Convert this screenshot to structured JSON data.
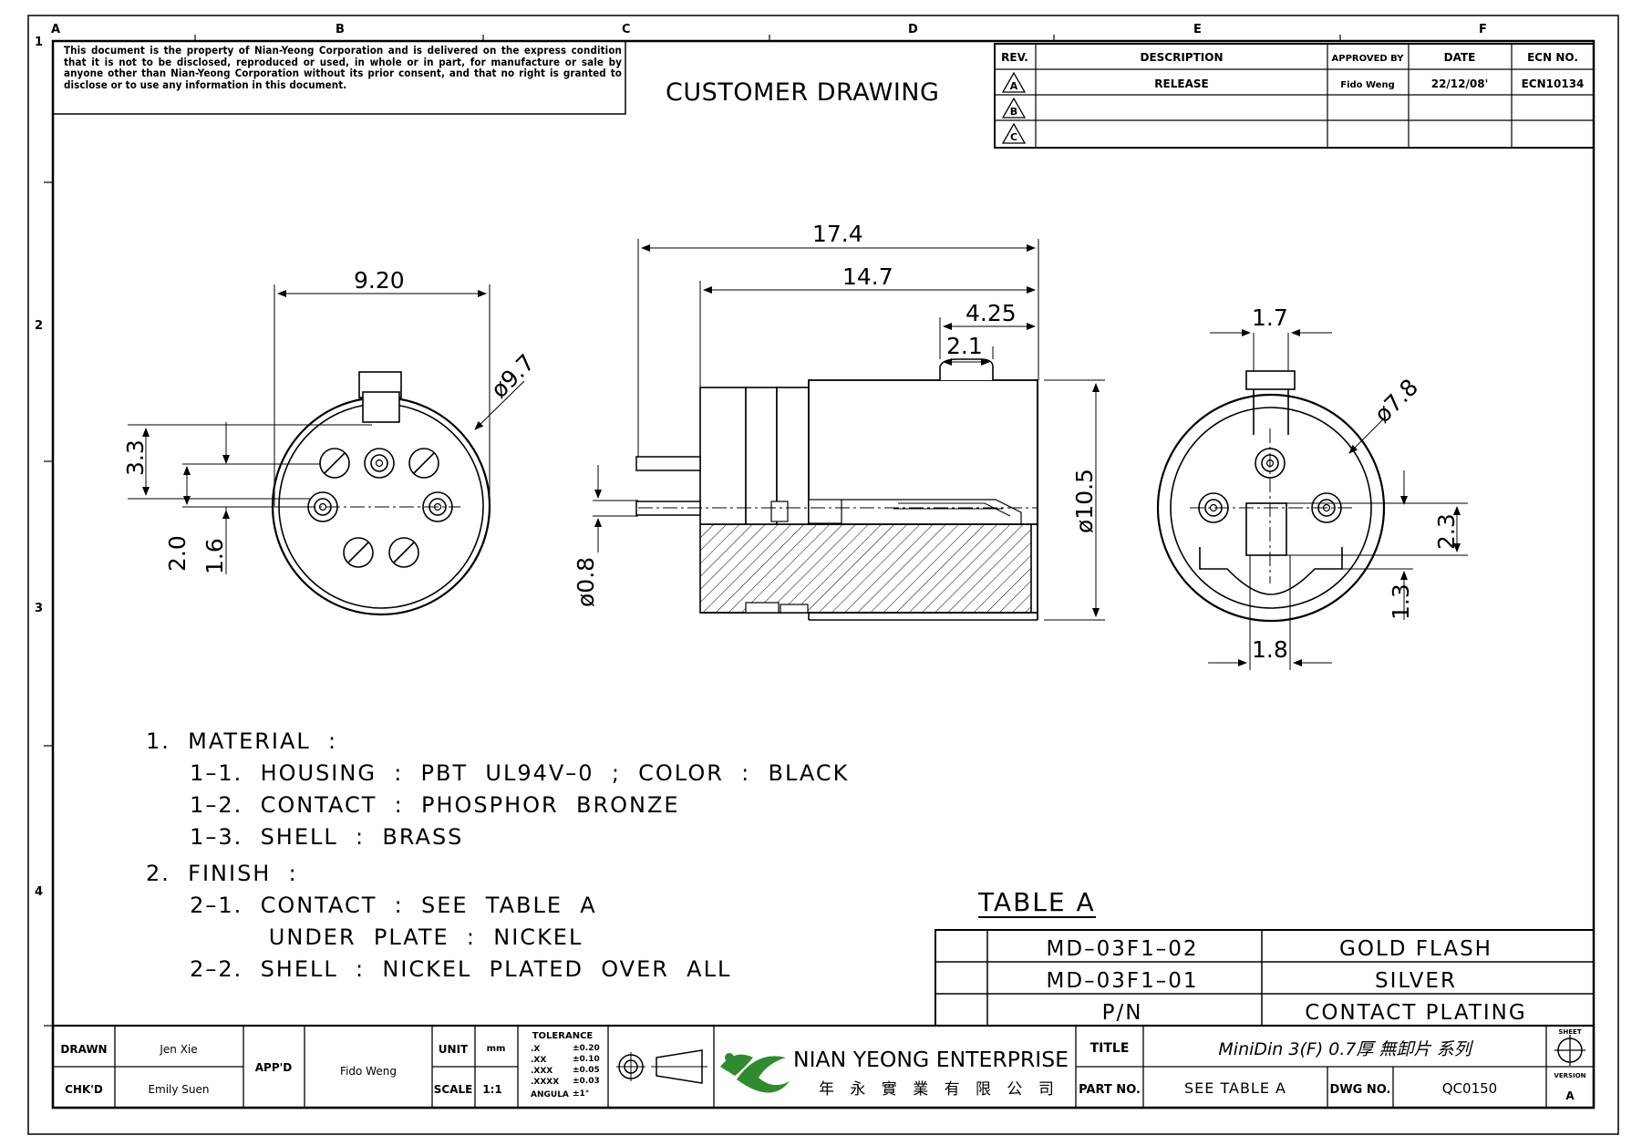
{
  "zone_letters": [
    "A",
    "B",
    "C",
    "D",
    "E",
    "F"
  ],
  "zone_numbers": [
    "1",
    "2",
    "3",
    "4"
  ],
  "notice": "This document is the property of Nian-Yeong Corporation and is delivered on the express condition that it is not to be disclosed, reproduced or used, in whole or in part, for manufacture or sale by anyone other than Nian-Yeong Corporation without its prior consent, and that no right is granted to disclose or to use any information in this document.",
  "drawing_title": "CUSTOMER DRAWING",
  "revision_table": {
    "headers": [
      "REV.",
      "DESCRIPTION",
      "APPROVED BY",
      "DATE",
      "ECN NO."
    ],
    "rows": [
      {
        "rev": "A",
        "description": "RELEASE",
        "approved_by": "Fido Weng",
        "date": "22/12/08'",
        "ecn": "ECN10134"
      },
      {
        "rev": "B",
        "description": "",
        "approved_by": "",
        "date": "",
        "ecn": ""
      },
      {
        "rev": "C",
        "description": "",
        "approved_by": "",
        "date": "",
        "ecn": ""
      }
    ]
  },
  "dimensions": {
    "front_width": "9.20",
    "front_diameter": "ø9.7",
    "front_pin_offset": "3.3",
    "front_pin_spacing_a": "2.0",
    "front_pin_spacing_b": "1.6",
    "side_total_length": "17.4",
    "side_body_length": "14.7",
    "side_key_length": "4.25",
    "side_key_width": "2.1",
    "side_height": "ø10.5",
    "side_pin_diameter": "ø0.8",
    "rear_key_width": "1.7",
    "rear_diameter": "ø7.8",
    "rear_slot_height": "2.3",
    "rear_bottom_offset": "1.3",
    "rear_bottom_width": "1.8"
  },
  "notes": [
    "1.  MATERIAL  :",
    "     1–1.  HOUSING  :  PBT  UL94V–0  ;  COLOR  :  BLACK",
    "     1–2.  CONTACT  :  PHOSPHOR  BRONZE",
    "     1–3.  SHELL  :  BRASS",
    "2.  FINISH  :",
    "     2–1.  CONTACT  :  SEE  TABLE  A",
    "              UNDER  PLATE  :  NICKEL",
    "     2–2.  SHELL  :  NICKEL  PLATED  OVER  ALL"
  ],
  "table_a": {
    "title": "TABLE  A",
    "rows": [
      {
        "pn": "MD–03F1–02",
        "plating": "GOLD  FLASH"
      },
      {
        "pn": "MD–03F1–01",
        "plating": "SILVER"
      }
    ],
    "header_pn": "P/N",
    "header_plating": "CONTACT  PLATING"
  },
  "title_block": {
    "drawn_label": "DRAWN",
    "drawn_value": "Jen Xie",
    "checked_label": "CHK'D",
    "checked_value": "Emily Suen",
    "approved_label": "APP'D",
    "approved_value": "Fido Weng",
    "unit_label": "UNIT",
    "unit_value": "mm",
    "scale_label": "SCALE",
    "scale_value": "1:1",
    "tolerance_label": "TOLERANCE",
    "tolerance_rows": [
      [
        ".X",
        "±0.20"
      ],
      [
        ".XX",
        "±0.10"
      ],
      [
        ".XXX",
        "±0.05"
      ],
      [
        ".XXXX",
        "±0.03"
      ],
      [
        "ANGULA",
        "±1°"
      ]
    ],
    "company_name": "NIAN YEONG ENTERPRISE",
    "company_name_cn": "年 永 實 業 有 限 公 司",
    "title_label": "TITLE",
    "title_value": "MiniDin 3(F) 0.7厚 無卸片 系列",
    "part_label": "PART NO.",
    "part_value": "SEE TABLE A",
    "dwg_label": "DWG NO.",
    "dwg_value": "QC0150",
    "sheet_label": "SHEET",
    "version_label": "VERSION",
    "version_value": "A"
  },
  "colors": {
    "line": "#000000",
    "logo_green": "#2e8b2e",
    "paper": "#ffffff"
  }
}
